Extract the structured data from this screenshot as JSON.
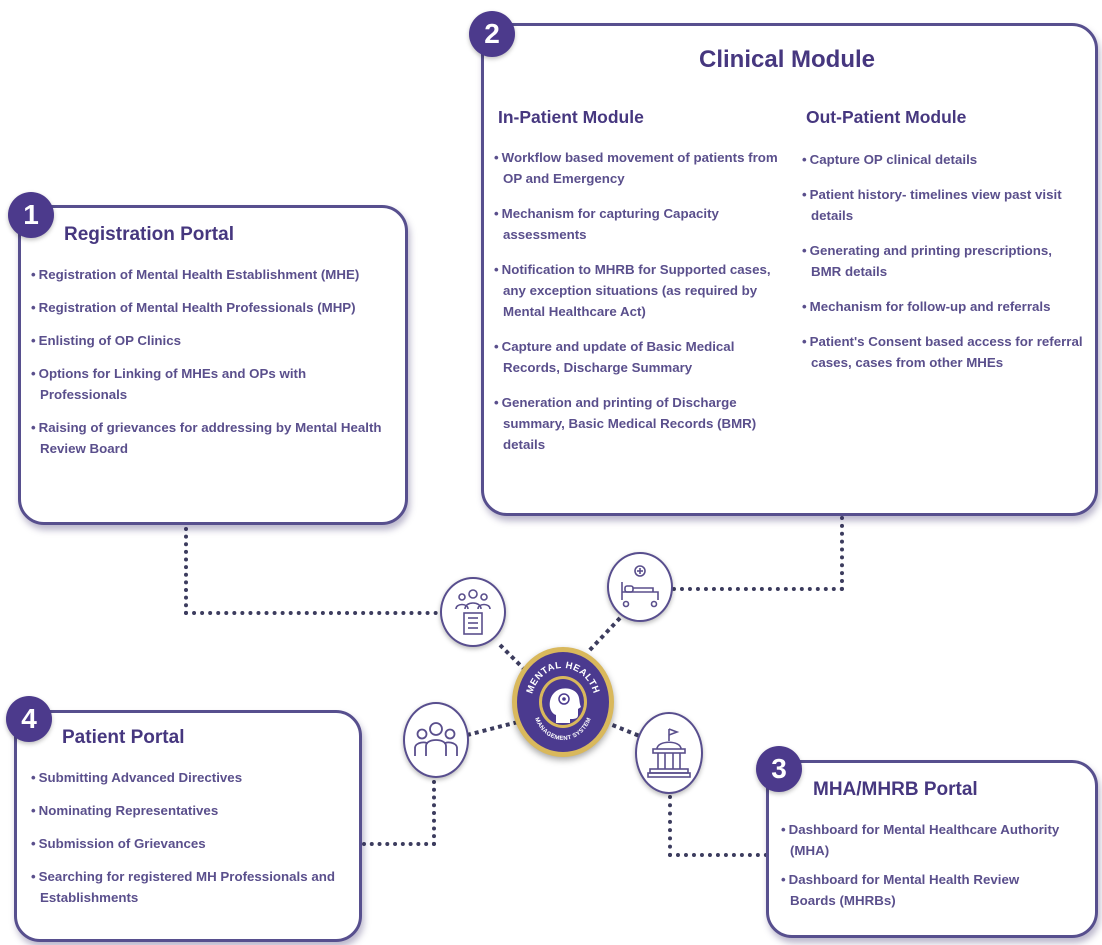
{
  "registration": {
    "number": "1",
    "title": "Registration Portal",
    "items": [
      "Registration of Mental Health Establishment (MHE)",
      "Registration of Mental Health Professionals (MHP)",
      "Enlisting of OP Clinics",
      "Options for Linking of MHEs and OPs with Professionals",
      "Raising of grievances for addressing by Mental Health Review Board"
    ]
  },
  "clinical": {
    "number": "2",
    "title": "Clinical Module",
    "inpatient": {
      "title": "In-Patient Module",
      "items": [
        "Workflow based movement of patients from OP and Emergency",
        "Mechanism for capturing Capacity assessments",
        "Notification to MHRB for Supported cases, any exception situations (as required by Mental Healthcare Act)",
        "Capture and update of Basic Medical Records, Discharge Summary",
        "Generation and printing of Discharge summary, Basic Medical Records (BMR) details"
      ]
    },
    "outpatient": {
      "title": "Out-Patient Module",
      "items": [
        "Capture OP clinical details",
        "Patient history- timelines view past visit details",
        "Generating and printing prescriptions, BMR details",
        "Mechanism for follow-up and referrals",
        "Patient's Consent based access for referral cases, cases from other MHEs"
      ]
    }
  },
  "mha": {
    "number": "3",
    "title": "MHA/MHRB Portal",
    "items": [
      "Dashboard for Mental Healthcare Authority (MHA)",
      "Dashboard for Mental Health Review Boards (MHRBs)"
    ]
  },
  "patient": {
    "number": "4",
    "title": "Patient Portal",
    "items": [
      "Submitting Advanced Directives",
      "Nominating Representatives",
      "Submission of Grievances",
      "Searching for registered MH Professionals and Establishments"
    ]
  },
  "hub": {
    "top_text": "MENTAL HEALTH",
    "bottom_text": "MANAGEMENT SYSTEM"
  },
  "icons": {
    "registration": "doctors-building-icon",
    "clinical": "hospital-bed-icon",
    "patient": "people-group-icon",
    "mha": "government-building-icon",
    "hub": "head-brain-icon"
  },
  "colors": {
    "primary": "#4c3a8c",
    "border": "#574f8e",
    "text": "#5a4f8c",
    "gold": "#d9b85c"
  }
}
